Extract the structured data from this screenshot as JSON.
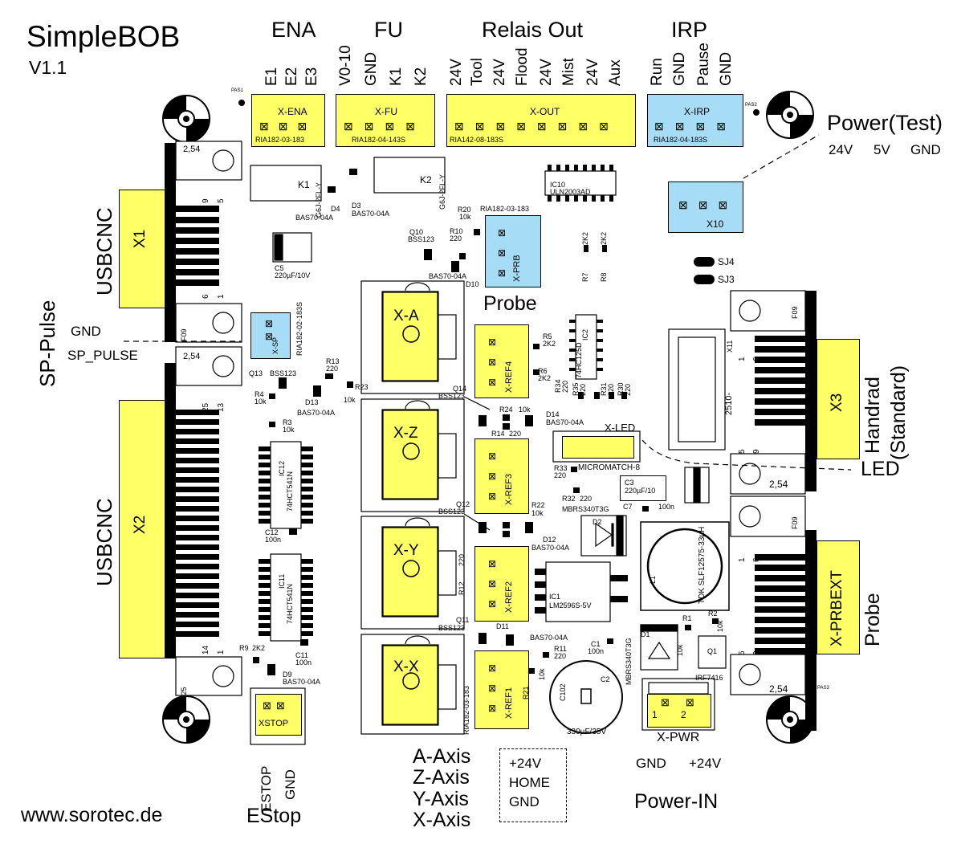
{
  "title": "SimpleBOB",
  "version": "V1.1",
  "website": "www.sorotec.de",
  "headers": {
    "ena": "ENA",
    "fu": "FU",
    "relais": "Relais Out",
    "irp": "IRP"
  },
  "pins": {
    "ena": [
      "E1",
      "E2",
      "E3"
    ],
    "fu": [
      "V0-10",
      "GND",
      "K1",
      "K2"
    ],
    "relais": [
      "24V",
      "Tool",
      "24V",
      "Flood",
      "24V",
      "Mist",
      "24V",
      "Aux"
    ],
    "irp": [
      "Run",
      "GND",
      "Pause",
      "GND"
    ]
  },
  "connectors": {
    "x_ena": "X-ENA",
    "x_ena_part": "RIA182-03-183",
    "x_fu": "X-FU",
    "x_fu_part": "RIA182-04-143S",
    "x_out": "X-OUT",
    "x_out_part": "RIA142-08-183S",
    "x_irp": "X-IRP",
    "x_irp_part": "RIA182-04-183S",
    "x10": "X10",
    "x_prb": "X-PRB",
    "x_prb_part": "RIA182-03-183",
    "x_sp": "X-SP",
    "x_sp_part": "RIA182-02-183S",
    "x1": "X1",
    "x2": "X2",
    "x3": "X3",
    "x11": "X11",
    "x11_part": "2510-",
    "x_prbext": "X-PRBEXT",
    "x_led": "X-LED",
    "x_led_part": "MICROMATCH-8",
    "xstop": "XSTOP",
    "x_pwr": "X-PWR",
    "x_pwr_pins": [
      "1",
      "2"
    ],
    "x_a": "X-A",
    "x_z": "X-Z",
    "x_y": "X-Y",
    "x_x": "X-X",
    "x_ref4": "X-REF4",
    "x_ref3": "X-REF3",
    "x_ref2": "X-REF2",
    "x_ref1": "X-REF1",
    "x_ref1_part": "RIA182-03-183"
  },
  "side_labels": {
    "power_test": "Power(Test)",
    "power_test_pins": [
      "24V",
      "5V",
      "GND"
    ],
    "usbcnc_top": "USBCNC",
    "usbcnc_bottom": "USBCNC",
    "sp_pulse": "SP-Pulse",
    "gnd": "GND",
    "sp_pulse_pin": "SP_PULSE",
    "handrad": "Handrad",
    "handrad_sub": "(Standard)",
    "led": "LED",
    "probe_right": "Probe",
    "probe_top": "Probe",
    "estop_pins": [
      "ESTOP",
      "GND"
    ],
    "estop": "EStop",
    "axes": [
      "A-Axis",
      "Z-Axis",
      "Y-Axis",
      "X-Axis"
    ],
    "axis_pins": [
      "+24V",
      "HOME",
      "GND"
    ],
    "power_in_pins": [
      "GND",
      "+24V"
    ],
    "power_in": "Power-IN"
  },
  "components": {
    "k1": "K1",
    "k2": "K2",
    "g6j": "G6J-2FL-Y",
    "d4": "D4",
    "d3": "D3",
    "bas": "BAS70-04A",
    "c5": "C5",
    "c5_val": "220µF/10V",
    "q10": "Q10",
    "bss": "BSS123",
    "r10": "R10",
    "r20": "R20",
    "v220": "220",
    "v10k": "10k",
    "v2k2": "2K2",
    "d10": "D10",
    "ic10": "IC10",
    "ic10_val": "ULN2003AD",
    "r7": "R7",
    "r8": "R8",
    "sj4": "SJ4",
    "sj3": "SJ3",
    "f09": "F09",
    "f25": "F25",
    "pitch": "2,54",
    "q13": "Q13",
    "r13": "R13",
    "r23": "R23",
    "d13": "D13",
    "r4": "R4",
    "r3": "R3",
    "ic12": "IC12",
    "ic11": "IC11",
    "hct": "74HCT541N",
    "c12": "C12",
    "c11": "C11",
    "v100n": "100n",
    "r9": "R9",
    "d9": "D9",
    "r5": "R5",
    "r6": "R6",
    "ic2": "IC2",
    "ic2_val": "74HC125D",
    "r34": "R34",
    "r35": "R35",
    "r31": "R31",
    "r30": "R30",
    "q14": "Q14",
    "r24": "R24",
    "d14": "D14",
    "r14": "R14",
    "r33": "R33",
    "r32": "R32",
    "c3": "C3",
    "c3_val": "220µF/10",
    "mbrs": "MBRS340T3G",
    "c7": "C7",
    "q12": "Q12",
    "r22": "R22",
    "d12": "D12",
    "d2": "D2",
    "r12": "R12",
    "l1": "L1",
    "l1_val": "TDK SLF12575-33µH",
    "ic1": "IC1",
    "ic1_val": "LM2596S-5V",
    "q11": "Q11",
    "d11": "D11",
    "r11": "R11",
    "c1": "C1",
    "r21": "R21",
    "c102": "C102",
    "c2": "C2",
    "c2_val": "330µF/35V",
    "d1": "D1",
    "r1": "R1",
    "r2": "R2",
    "q1": "Q1",
    "q1_val": "IRF7416",
    "pas1": "PAS1",
    "pas2": "PAS2",
    "pas3": "PAS3",
    "pin_nums": [
      "9",
      "5",
      "6",
      "1",
      "25",
      "13",
      "14",
      "1",
      "1",
      "6",
      "5",
      "9",
      "1",
      "6",
      "5",
      "9"
    ]
  }
}
